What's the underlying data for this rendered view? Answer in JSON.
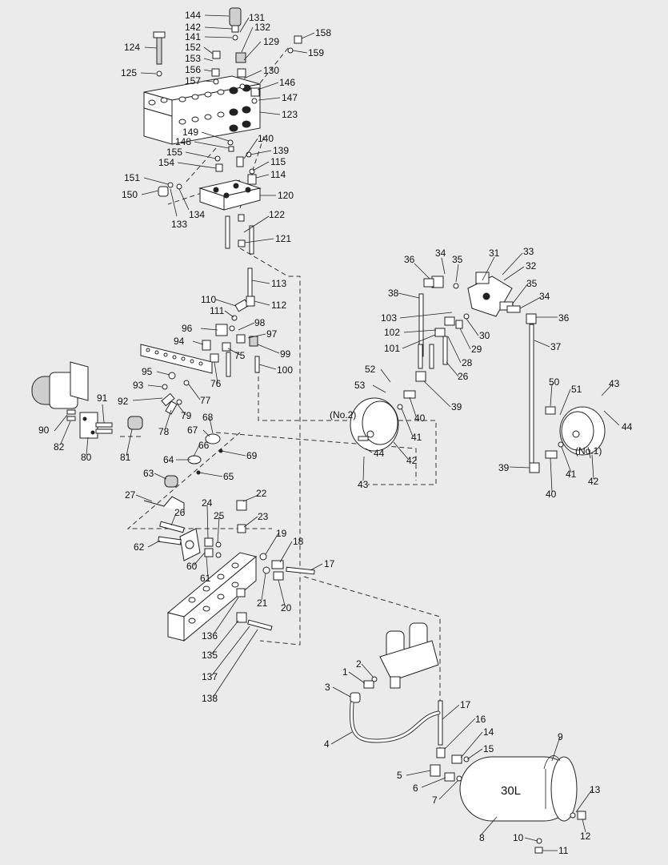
{
  "labels": [
    "144",
    "142",
    "141",
    "131",
    "132",
    "129",
    "158",
    "159",
    "124",
    "152",
    "153",
    "156",
    "157",
    "125",
    "130",
    "146",
    "147",
    "123",
    "149",
    "148",
    "155",
    "154",
    "140",
    "139",
    "115",
    "114",
    "151",
    "150",
    "133",
    "134",
    "120",
    "122",
    "121",
    "36",
    "34",
    "35",
    "33",
    "31",
    "32",
    "113",
    "110",
    "112",
    "111",
    "38",
    "103",
    "35",
    "34",
    "36",
    "102",
    "30",
    "101",
    "29",
    "28",
    "96",
    "98",
    "97",
    "94",
    "99",
    "75",
    "76",
    "100",
    "37",
    "26",
    "52",
    "53",
    "39",
    "40",
    "41",
    "95",
    "93",
    "77",
    "92",
    "79",
    "78",
    "91",
    "90",
    "82",
    "80",
    "81",
    "68",
    "67",
    "66",
    "69",
    "64",
    "63",
    "65",
    "50",
    "51",
    "43",
    "44",
    "(No.2)",
    "44",
    "43",
    "42",
    "(No.1)",
    "42",
    "39",
    "41",
    "40",
    "27",
    "22",
    "24",
    "25",
    "23",
    "26",
    "19",
    "18",
    "62",
    "60",
    "61",
    "17",
    "21",
    "20",
    "136",
    "135",
    "137",
    "138",
    "1",
    "2",
    "3",
    "17",
    "4",
    "16",
    "14",
    "15",
    "9",
    "5",
    "6",
    "7",
    "8",
    "13",
    "12",
    "10",
    "11"
  ],
  "tank_label": "30L"
}
